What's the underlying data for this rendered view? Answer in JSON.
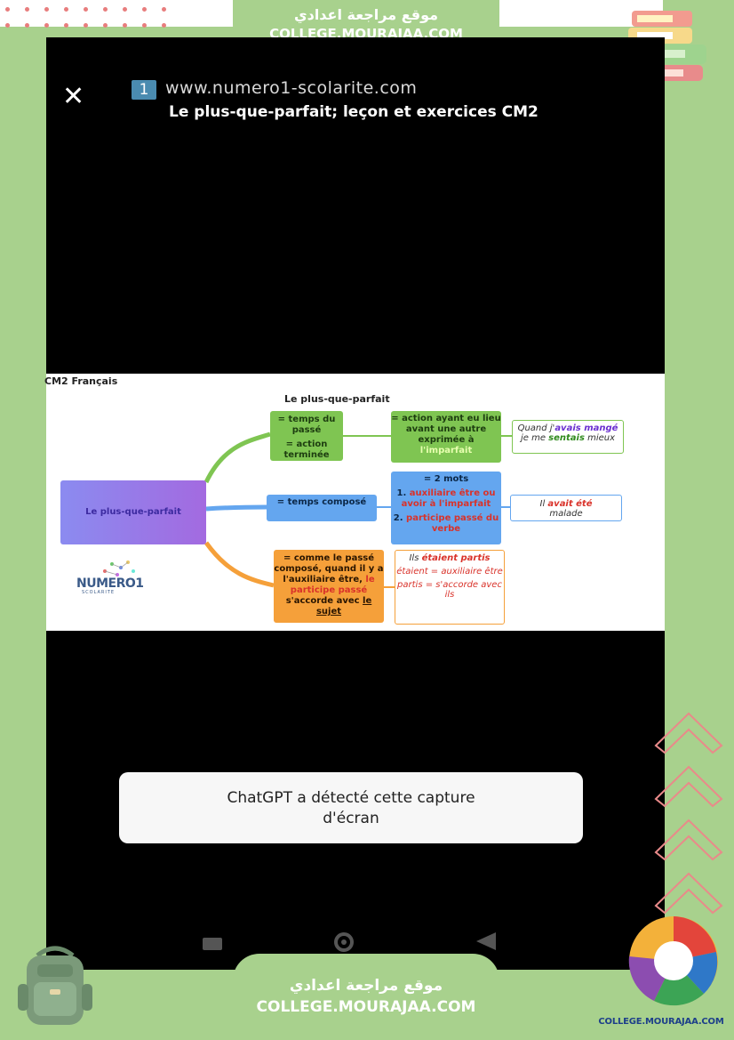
{
  "watermark": {
    "arabic": "موقع مراجعة اعدادي",
    "site": "COLLEGE.MOURAJAA.COM",
    "logo_label": "COLLEGE.MOURAJAA.COM"
  },
  "screen": {
    "close_icon": "close-icon",
    "badge_number": "1",
    "url": "www.numero1-scolarite.com",
    "title": "Le plus-que-parfait; leçon et exercices CM2"
  },
  "mindmap": {
    "corner_label": "CM2 Français",
    "heading": "Le plus-que-parfait",
    "root": "Le plus-que-parfait",
    "green_node": {
      "line1": "= temps du passé",
      "line2": "= action terminée"
    },
    "green_def": {
      "text": "= action ayant eu lieu avant une autre exprimée à",
      "highlight": "l'imparfait"
    },
    "green_example": {
      "pre": "Quand j'",
      "verb": "avais mangé",
      "post": " je me ",
      "verb2": "sentais",
      "post2": " mieux"
    },
    "blue_node": "= temps composé",
    "blue_def": {
      "line1": "= 2 mots",
      "item1_num": "1. ",
      "item1": "auxiliaire être ou avoir à l'imparfait",
      "item2_num": "2. ",
      "item2": "participe passé du verbe"
    },
    "blue_example": {
      "pre": "Il ",
      "verb": "avait été",
      "post": "malade"
    },
    "orange_node": {
      "text": "= comme le passé composé, quand il y a l'auxiliaire être,",
      "highlight": "le participe passé",
      "post": "s'accorde avec",
      "subject": "le sujet"
    },
    "orange_example": {
      "l1a": "Ils ",
      "l1b": "étaient partis",
      "l2": "étaient = auxiliaire être",
      "l3": "partis = s'accorde avec ils"
    },
    "logo_text": "NUMERO1",
    "logo_sub": "SCOLARITE"
  },
  "dialog": {
    "line1": "ChatGPT a détecté cette capture",
    "line2": "d'écran"
  },
  "navbar": {
    "recents_icon": "recents-icon",
    "home_icon": "home-icon",
    "back_icon": "back-icon"
  },
  "colors": {
    "frame_green": "#a8d18d",
    "node_green": "#7fc552",
    "node_blue": "#64a6ef",
    "node_orange": "#f5a03a",
    "accent_red": "#d9322a"
  }
}
